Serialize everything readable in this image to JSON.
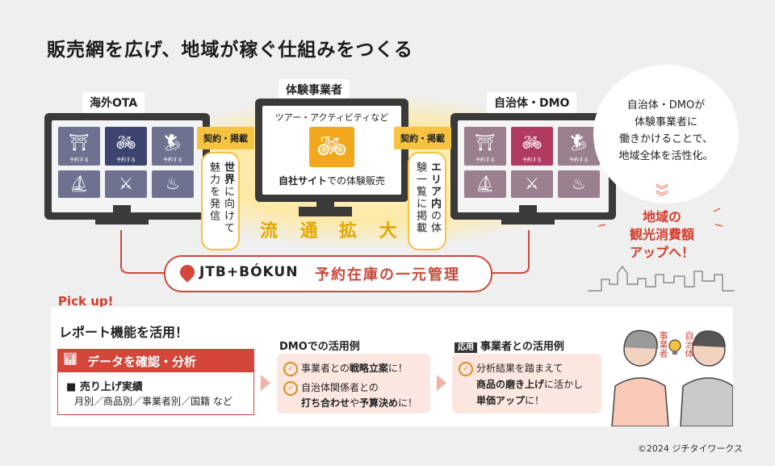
{
  "title": "販売網を広げ、地域が稼ぐ仕組みをつくる",
  "left_monitor": {
    "label": "海外OTA",
    "tile_label": "予約する"
  },
  "center_monitor": {
    "label": "体験事業者",
    "subtitle": "ツアー・アクティビティなど",
    "caption_bold": "自社サイト",
    "caption_rest": "での体験販売"
  },
  "right_monitor": {
    "label": "自治体・DMO",
    "tile_label": "予約する"
  },
  "left_tag": "契約・掲載",
  "right_tag": "契約・掲載",
  "left_vertical": {
    "bold": "世界",
    "rest": "に向けて魅力を発信"
  },
  "right_vertical": {
    "bold": "エリア内",
    "rest": "の体験一覧に掲載"
  },
  "band_left": "流 通",
  "band_right": "拡 大",
  "jtb": {
    "logo": "JTB+BÓKUN",
    "text": "予約在庫の一元管理"
  },
  "bubble": {
    "line1": "自治体・DMOが",
    "line2": "体験事業者に",
    "line3": "働きかけることで、",
    "line4": "地域全体を活性化。"
  },
  "boost": {
    "line1": "地域の",
    "line2": "観光消費額",
    "line3": "アップへ！"
  },
  "pickup": {
    "label": "Pick up!",
    "heading": "レポート機能を活用！",
    "data_head": "データを確認・分析",
    "data_item": "売り上げ実績",
    "data_sub": "月別／商品別／事業者別／国籍 など",
    "dmo_head": "DMOでの活用例",
    "dmo_1a": "事業者との",
    "dmo_1b": "戦略立案",
    "dmo_1c": "に！",
    "dmo_2a": "自治体関係者との",
    "dmo_2b": "打ち合わせ",
    "dmo_2c": "や",
    "dmo_2d": "予算決め",
    "dmo_2e": "に！",
    "biz_badge": "応用",
    "biz_head": "事業者との活用例",
    "biz_1": "分析結果を踏まえて",
    "biz_2a": "商品の磨き上げ",
    "biz_2b": "に活かし",
    "biz_3a": "単価アップ",
    "biz_3b": "に！",
    "person1": "事業者",
    "person2": "自治体"
  },
  "footer": "©2024 ジチタイワークス",
  "colors": {
    "accent_red": "#d4453a",
    "yellow": "#f5c242",
    "navy_tile": "#3e4470",
    "mauve_tile": "#b03a60"
  }
}
